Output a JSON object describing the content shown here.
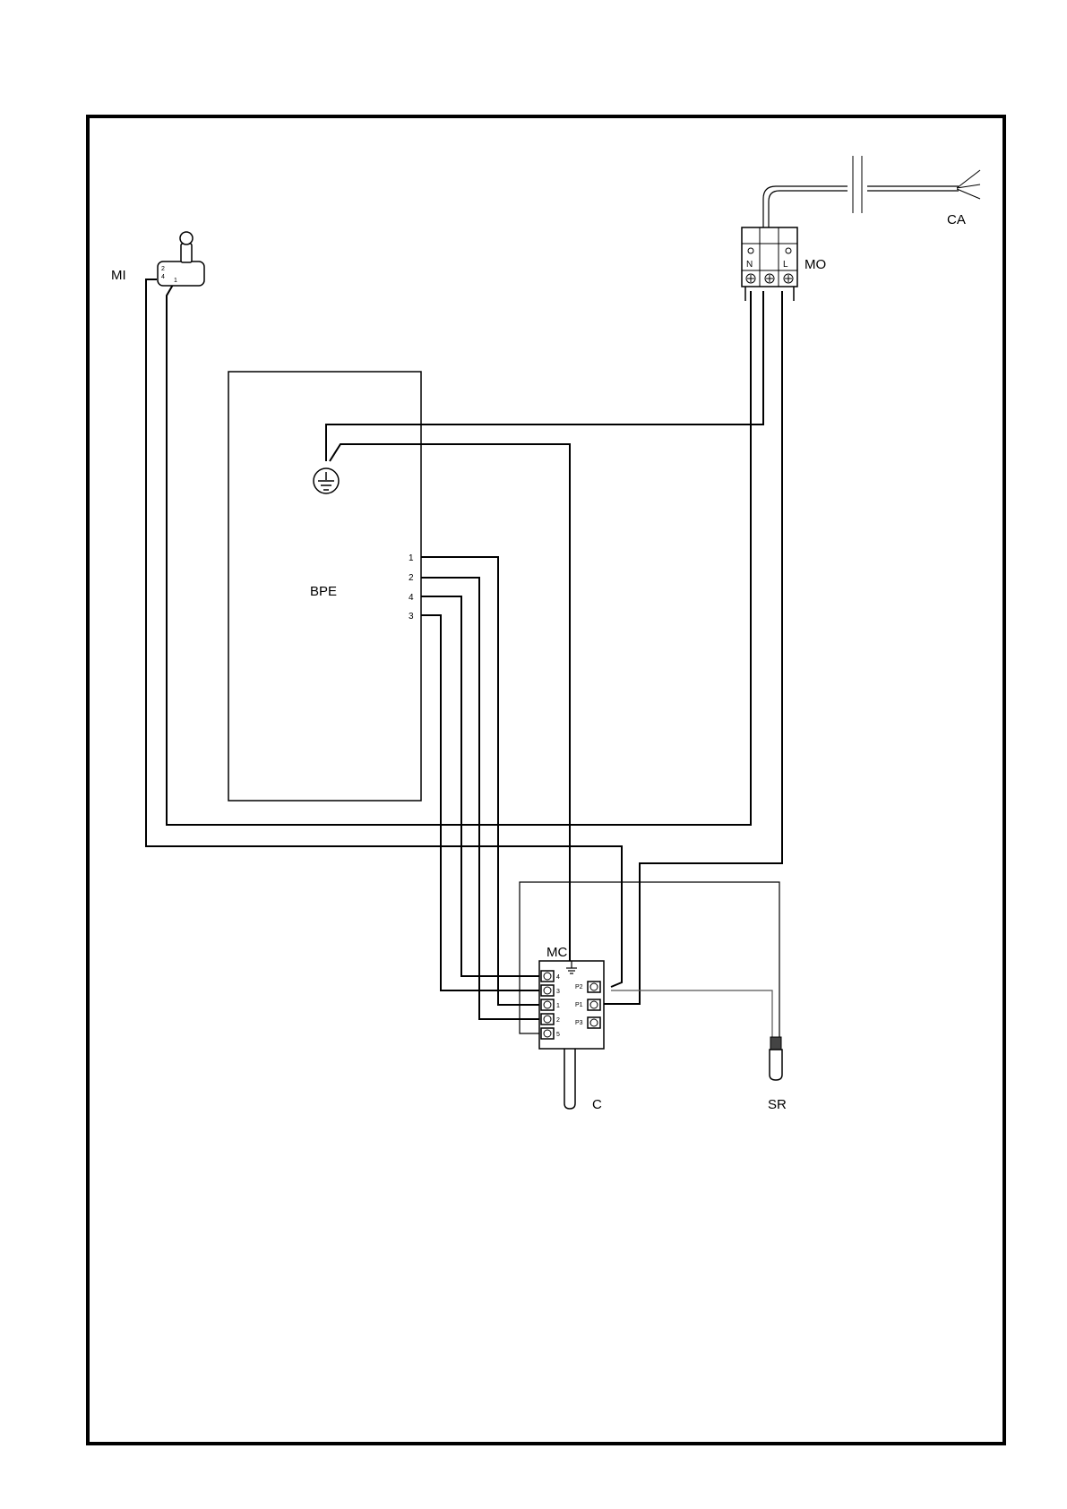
{
  "components": {
    "microswitch": {
      "label": "MI",
      "pins": [
        "2",
        "4",
        "1"
      ]
    },
    "main_terminal": {
      "label": "MO",
      "terminals": [
        "N",
        "L"
      ]
    },
    "power_cable": {
      "label": "CA"
    },
    "control_board": {
      "label": "BPE",
      "pins": [
        "1",
        "2",
        "4",
        "3"
      ]
    },
    "connector_block": {
      "label": "MC",
      "left_pins": [
        "4",
        "3",
        "1",
        "2",
        "5"
      ],
      "right_pins": [
        "P2",
        "P1",
        "P3"
      ]
    },
    "heating_element": {
      "label": "C"
    },
    "sensor": {
      "label": "SR"
    }
  }
}
